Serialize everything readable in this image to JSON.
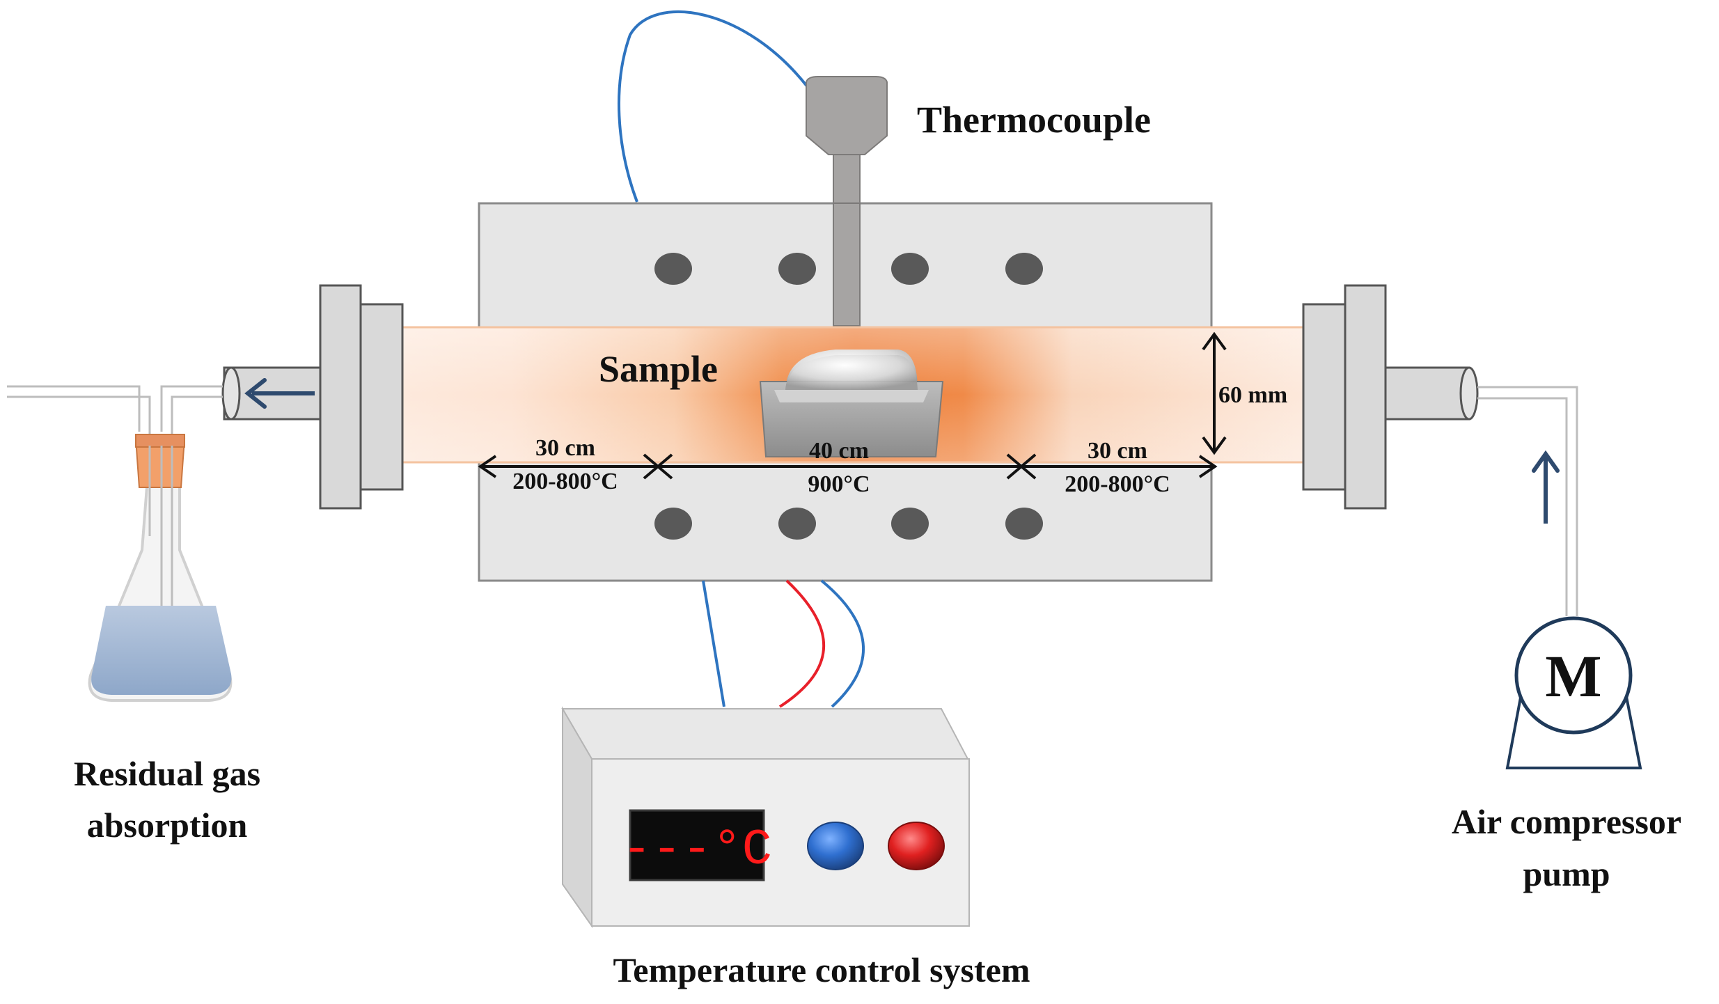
{
  "labels": {
    "thermocouple": "Thermocouple",
    "sample": "Sample",
    "residual_gas_line1": "Residual gas",
    "residual_gas_line2": "absorption",
    "air_pump_line1": "Air compressor",
    "air_pump_line2": "pump",
    "temperature_control": "Temperature control system",
    "motor": "M"
  },
  "zones": [
    {
      "length": "30 cm",
      "temperature": "200-800°C"
    },
    {
      "length": "40 cm",
      "temperature": "900°C"
    },
    {
      "length": "30 cm",
      "temperature": "200-800°C"
    }
  ],
  "tube_diameter": "60 mm",
  "display_readout": "---°C",
  "colors": {
    "furnace_body": "#e6e6e6",
    "furnace_hole": "#595959",
    "tube_hot": "#ef8a45",
    "tube_cool": "#fde7d8",
    "wire_blue": "#2e74c0",
    "wire_red": "#e8202a",
    "gas_arrow": "#2e4a6e",
    "button_blue": "#2f6fd0",
    "button_red": "#e02020",
    "display_text": "#ff1a1a"
  }
}
